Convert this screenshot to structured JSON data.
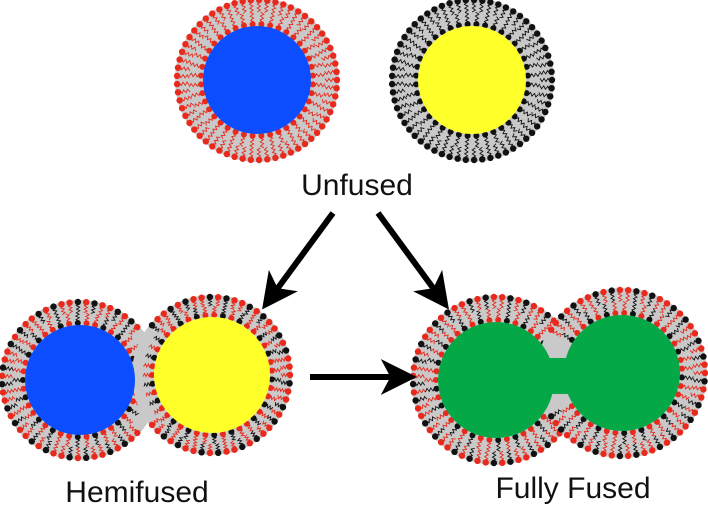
{
  "title": "Vesicle fusion states",
  "labels": {
    "unfused": "Unfused",
    "hemifused": "Hemifused",
    "fully_fused": "Fully Fused"
  },
  "colors": {
    "blue_content": "#0b4dff",
    "yellow_content": "#ffff2a",
    "green_content": "#05a847",
    "red_lipid": "#e8291c",
    "black_lipid": "#111111",
    "membrane_gray": "#c9c9c9",
    "arrow": "#000000"
  },
  "vesicles": [
    {
      "id": "unfused-blue",
      "content": "blue",
      "lipid": "red"
    },
    {
      "id": "unfused-yellow",
      "content": "yellow",
      "lipid": "black"
    },
    {
      "id": "hemifused-pair",
      "contents": [
        "blue",
        "yellow"
      ],
      "lipid": "mixed"
    },
    {
      "id": "fully-fused",
      "content": "green",
      "lipid": "mixed"
    }
  ],
  "arrows": [
    {
      "from": "unfused",
      "to": "hemifused"
    },
    {
      "from": "unfused",
      "to": "fully_fused"
    },
    {
      "from": "hemifused",
      "to": "fully_fused"
    }
  ]
}
